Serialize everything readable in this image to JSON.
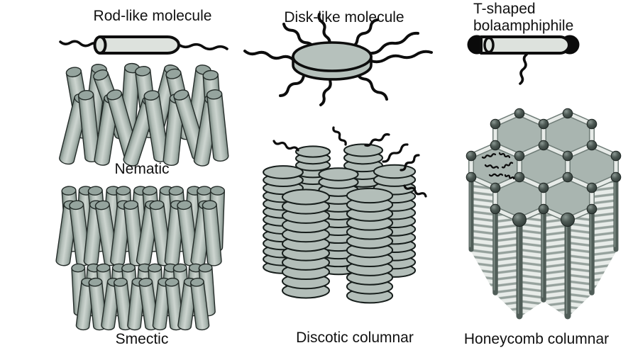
{
  "figure": {
    "background": "#ffffff",
    "columns": {
      "rod": {
        "molecule_title": "Rod-like molecule",
        "molecule_icon": "rod-with-terminal-chains",
        "phases": [
          {
            "label": "Nematic"
          },
          {
            "label": "Smectic"
          }
        ]
      },
      "disk": {
        "molecule_title": "Disk-like molecule",
        "molecule_icon": "disk-with-radial-chains",
        "phases": [
          {
            "label": "Discotic columnar"
          }
        ]
      },
      "bola": {
        "molecule_title_line1": "T-shaped",
        "molecule_title_line2": "bolaamphiphile",
        "molecule_icon": "rod-with-polar-end-caps-and-lateral-chain",
        "phases": [
          {
            "label": "Honeycomb columnar"
          }
        ]
      }
    },
    "colors": {
      "outline": "#0d0d0d",
      "molecule_body_fill": "#dde2dd",
      "rod_body_fill": "#b2bdb7",
      "rod_top_fill": "#95a49e",
      "disk_fill": "#b3beb9",
      "hexagon_cell_fill": "#a9b5b0",
      "knob_dark": "#39443f",
      "wall_rung_light": "#e8ece9",
      "wall_gap_gray": "#96a29d",
      "text": "#111111"
    }
  }
}
